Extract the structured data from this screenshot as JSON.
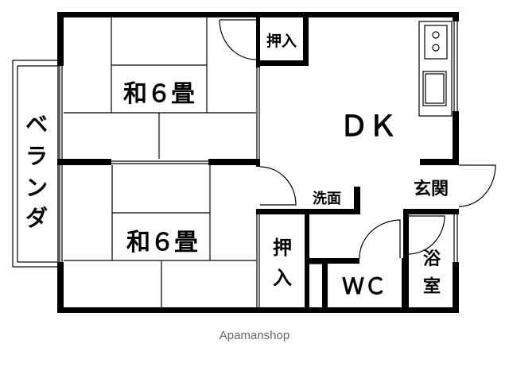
{
  "floorplan": {
    "rooms": {
      "washitsu_top": "和６畳",
      "washitsu_bottom": "和６畳",
      "veranda": [
        "ベ",
        "ラ",
        "ン",
        "ダ"
      ],
      "closet_top": "押入",
      "closet_bottom": [
        "押",
        "入"
      ],
      "dk": "ＤＫ",
      "washroom": "洗面",
      "entrance": "玄関",
      "wc": "ＷＣ",
      "bath": [
        "浴",
        "室"
      ]
    },
    "colors": {
      "wall": "#000000",
      "background": "#ffffff",
      "footer": "#666666"
    }
  },
  "footer": {
    "brand": "Apamanshop"
  }
}
